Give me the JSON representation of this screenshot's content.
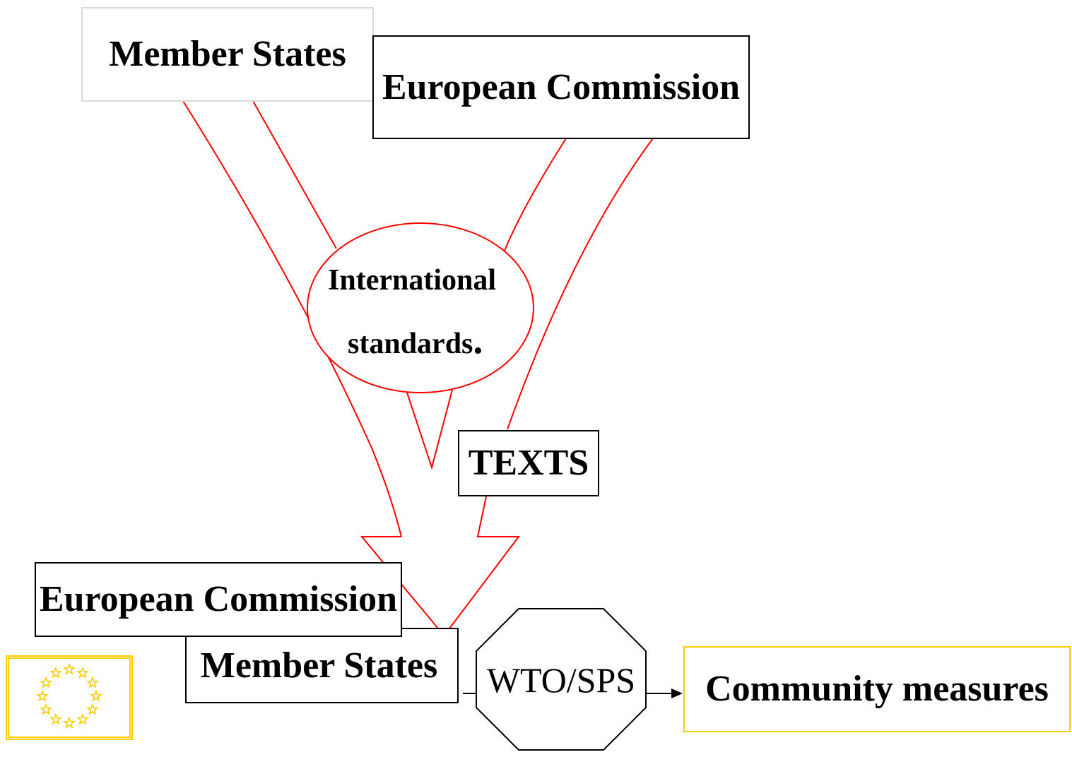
{
  "diagram": {
    "member_states_top": "Member States",
    "european_commission_top": "European Commission",
    "international_line1": "International",
    "international_line2": "standards",
    "international_dot": ".",
    "texts": "TEXTS",
    "european_commission_bottom": "European Commission",
    "member_states_bottom": "Member States",
    "wto_sps": "WTO/SPS",
    "community_measures": "Community measures"
  },
  "colors": {
    "arrow_outline": "#ff0000",
    "box_border": "#000000",
    "member_states_top_border": "#d9d9d9",
    "community_border": "#ffcc00",
    "flag_border": "#ffcc00",
    "flag_stars": "#ffcc00"
  },
  "icons": {
    "flag": "eu-flag-icon",
    "connector_arrow": "arrow-right-icon"
  }
}
